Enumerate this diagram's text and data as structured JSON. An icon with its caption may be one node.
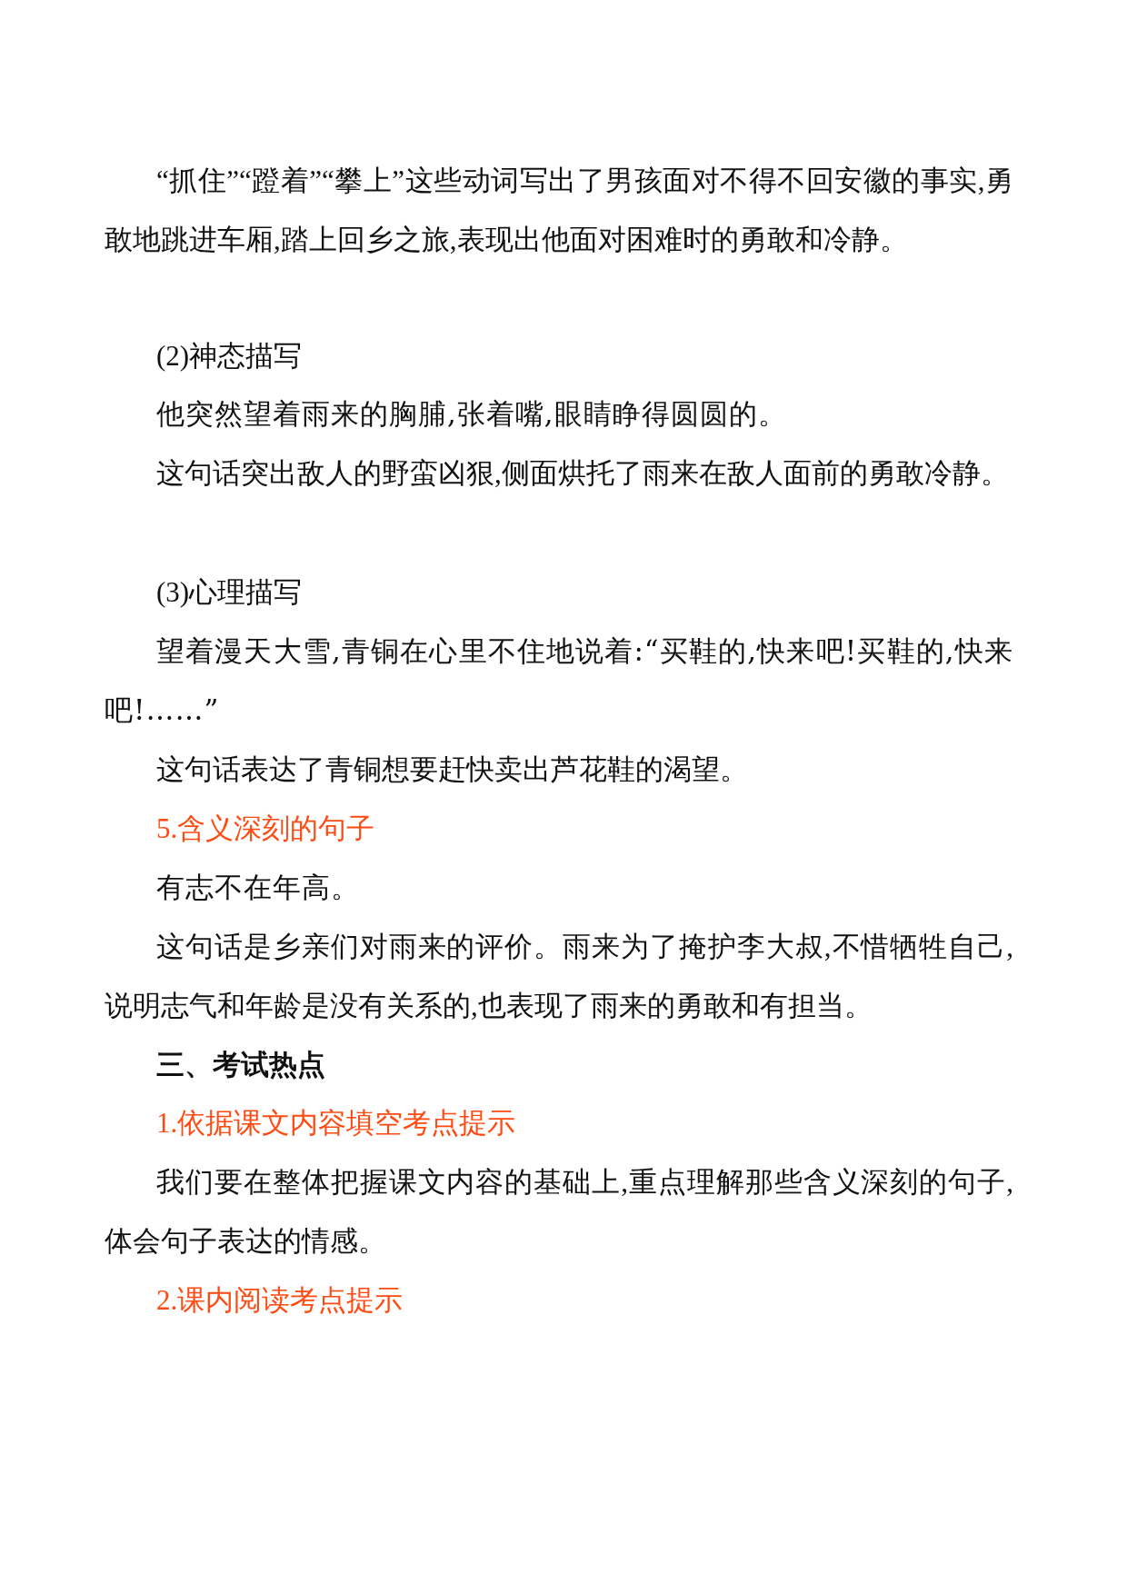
{
  "diagram": {
    "labels": [
      "“抓住”“蹬着”“攀上”这些动词写出了男孩面对不得不回安徽的事实,勇敢地跳进车厢,踏上回乡之旅,表现出他面对困难时的勇敢和冷静。",
      "(2)神态描写",
      "他突然望着雨来的胸脯,张着嘴,眼睛睁得圆圆的。",
      "这句话突出敌人的野蛮凶狠,侧面烘托了雨来在敌人面前的勇敢冷静。",
      "(3)心理描写",
      "望着漫天大雪,青铜在心里不住地说着:“买鞋的,快来吧!买鞋的,快来吧!……”",
      "这句话表达了青铜想要赶快卖出芦花鞋的渴望。",
      "5.含义深刻的句子",
      "有志不在年高。",
      "这句话是乡亲们对雨来的评价。雨来为了掩护李大叔,不惜牺牲自己,说明志气和年龄是没有关系的,也表现了雨来的勇敢和有担当。",
      "三、考试热点",
      "1.依据课文内容填空考点提示",
      "我们要在整体把握课文内容的基础上,重点理解那些含义深刻的句子,体会句子表达的情感。",
      "2.课内阅读考点提示"
    ]
  }
}
